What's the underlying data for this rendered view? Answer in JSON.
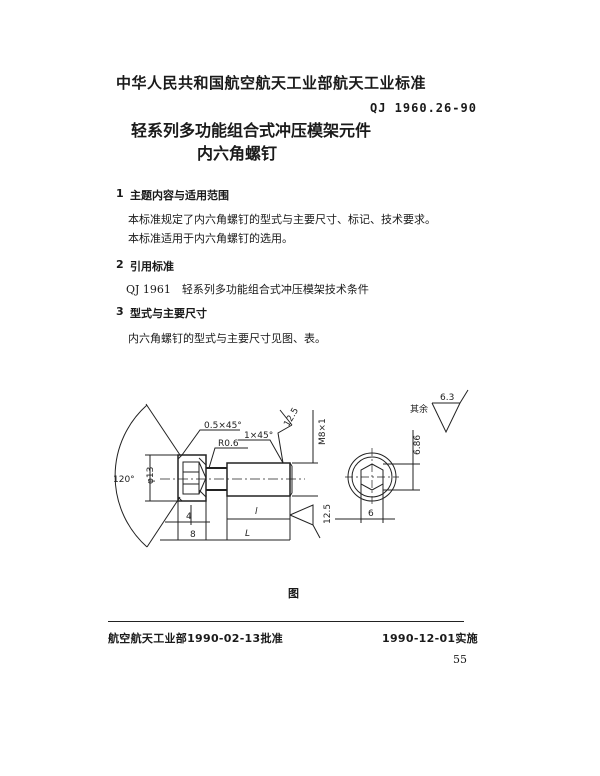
{
  "header": {
    "organization": "中华人民共和国航空航天工业部航天工业标准",
    "standard_number": "QJ 1960.26-90",
    "title_line1": "轻系列多功能组合式冲压模架元件",
    "title_line2": "内六角螺钉"
  },
  "sections": [
    {
      "number": "1",
      "title": "主题内容与适用范围",
      "paragraphs": [
        "本标准规定了内六角螺钉的型式与主要尺寸、标记、技术要求。",
        "本标准适用于内六角螺钉的选用。"
      ]
    },
    {
      "number": "2",
      "title": "引用标准",
      "paragraphs": [
        "QJ 1961　轻系列多功能组合式冲压模架技术条件"
      ]
    },
    {
      "number": "3",
      "title": "型式与主要尺寸",
      "paragraphs": [
        "内六角螺钉的型式与主要尺寸见图、表。"
      ]
    }
  ],
  "figure": {
    "labels": {
      "chamfer_head": "0.5×45°",
      "chamfer_thread": "1×45°",
      "radius": "R0.6",
      "roughness_top": "12.5",
      "thread": "M8×1",
      "diameter": "φ13",
      "angle": "120°",
      "dim_4": "4",
      "dim_8": "8",
      "dim_l": "l",
      "dim_L": "L",
      "roughness_bottom": "12.5",
      "remaining_label": "其余",
      "remaining_value": "6.3",
      "hex_across_corners": "6.86",
      "hex_across_flats": "6"
    },
    "caption": "图"
  },
  "footer": {
    "approval": "航空航天工业部1990-02-13批准",
    "implementation": "1990-12-01实施",
    "page_number": "55"
  }
}
